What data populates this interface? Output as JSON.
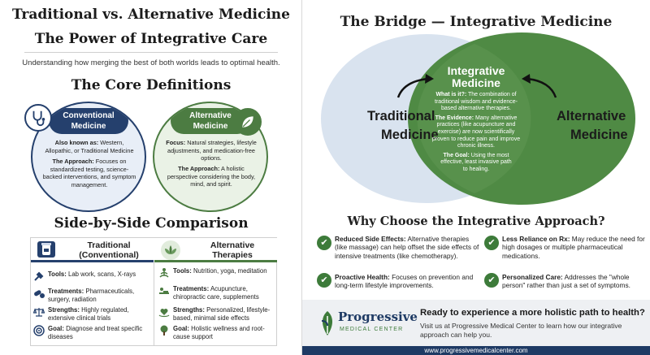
{
  "left": {
    "title_line1": "Traditional vs. Alternative Medicine",
    "title_line2": "The Power of Integrative Care",
    "subtitle": "Understanding how merging the best of both worlds leads to optimal health.",
    "core_heading": "The Core Definitions",
    "conventional": {
      "cap_line1": "Conventional",
      "cap_line2": "Medicine",
      "aka_label": "Also known as:",
      "aka_text": "Western, Allopathic, or Traditional Medicine",
      "approach_label": "The Approach:",
      "approach_text": "Focuses on standardized testing, science-backed interventions, and symptom management.",
      "icon": "stethoscope-icon"
    },
    "alternative": {
      "cap_line1": "Alternative",
      "cap_line2": "Medicine",
      "focus_label": "Focus:",
      "focus_text": "Natural strategies, lifestyle adjustments, and medication-free options.",
      "approach_label": "The Approach:",
      "approach_text": "A holistic perspective considering the body, mind, and spirit.",
      "icon": "leaf-icon"
    },
    "side_heading": "Side-by-Side Comparison",
    "table": {
      "left_header_line1": "Traditional",
      "left_header_line2": "(Conventional)",
      "right_header_line1": "Alternative",
      "right_header_line2": "Therapies",
      "left_rows": [
        {
          "label": "Tools:",
          "text": "Lab work, scans, X-rays",
          "icon": "tools-icon"
        },
        {
          "label": "Treatments:",
          "text": "Pharmaceuticals, surgery, radiation",
          "icon": "pills-icon"
        },
        {
          "label": "Strengths:",
          "text": "Highly regulated, extensive clinical trials",
          "icon": "scale-icon"
        },
        {
          "label": "Goal:",
          "text": "Diagnose and treat specific diseases",
          "icon": "target-icon"
        }
      ],
      "right_rows": [
        {
          "label": "Tools:",
          "text": "Nutrition, yoga, meditation",
          "icon": "meditation-icon"
        },
        {
          "label": "Treatments:",
          "text": "Acupuncture, chiropractic care, supplements",
          "icon": "massage-icon"
        },
        {
          "label": "Strengths:",
          "text": "Personalized, lifestyle-based, minimal side effects",
          "icon": "heart-hands-icon"
        },
        {
          "label": "Goal:",
          "text": "Holistic wellness and root-cause support",
          "icon": "tree-icon"
        }
      ]
    }
  },
  "right": {
    "title": "The Bridge — Integrative Medicine",
    "venn": {
      "left_label_line1": "Traditional",
      "left_label_line2": "Medicine",
      "right_label_line1": "Alternative",
      "right_label_line2": "Medicine",
      "center_title_line1": "Integrative",
      "center_title_line2": "Medicine",
      "what_label": "What is it?:",
      "what_text": "The combination of traditional wisdom and evidence-based alternative therapies.",
      "evidence_label": "The Evidence:",
      "evidence_text": "Many alternative practices (like acupuncture and exercise) are now scientifically proven to reduce pain and improve chronic illness.",
      "goal_label": "The Goal:",
      "goal_text": "Using the most effective, least invasive path to healing."
    },
    "why_heading": "Why Choose the Integrative Approach?",
    "why_items": [
      {
        "label": "Reduced Side Effects:",
        "text": "Alternative therapies (like massage) can help offset the side effects of intensive treatments (like chemotherapy)."
      },
      {
        "label": "Less Reliance on Rx:",
        "text": "May reduce the need for high dosages or multiple pharmaceutical medications."
      },
      {
        "label": "Proactive Health:",
        "text": "Focuses on prevention and long-term lifestyle improvements."
      },
      {
        "label": "Personalized Care:",
        "text": "Addresses the \"whole person\" rather than just a set of symptoms."
      }
    ],
    "cta": {
      "logo_name": "Progressive",
      "logo_sub": "MEDICAL CENTER",
      "heading": "Ready to experience a more holistic path to health?",
      "text": "Visit us at Progressive Medical Center to learn how our integrative approach can help you.",
      "url": "www.progressivemedicalcenter.com"
    }
  },
  "colors": {
    "navy": "#25406d",
    "green": "#4c7c42",
    "venn_left": "#d9e3ef",
    "venn_right": "#4f8a44"
  }
}
